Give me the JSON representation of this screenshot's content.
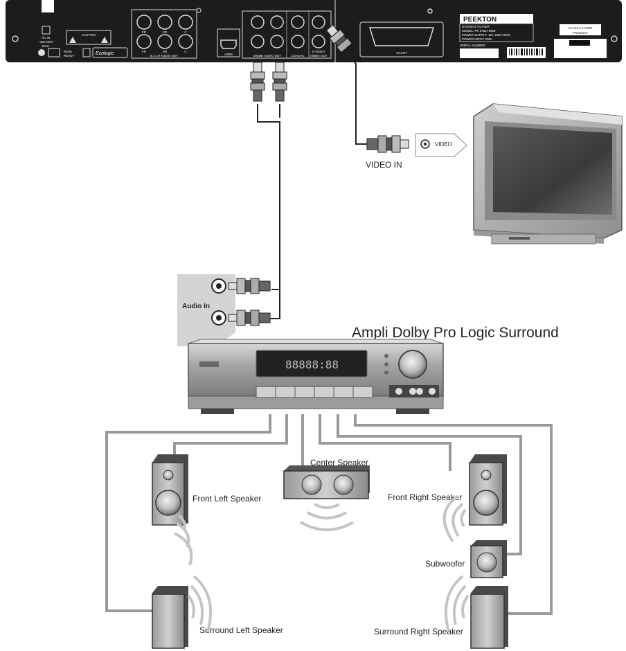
{
  "dvd_panel": {
    "brand": "PEEKTON",
    "model_lines": [
      "DVD/DIVX PLAYER",
      "MODEL: PK 5752 HDMI",
      "POWER SUPPLY: 110~240V 50Hz",
      "POWER INPUT: 20W"
    ],
    "serial_label": "SERIAL NUMBER",
    "class_label_1": "CLASS 1 LASER",
    "class_label_2": "PRODUCT",
    "ac_label_1": "AC IN",
    "ac_label_2": "~110-240V",
    "ac_label_3": "50Hz",
    "caution": "CAUTION",
    "rohs_1": "RoHS",
    "rohs_2": "READY",
    "ecologic": "Ecologic",
    "jacks_51": [
      "FR",
      "SR",
      "C"
    ],
    "jacks_51_b": [
      "FR",
      "SR",
      "C"
    ],
    "audio_51_label": "5.1 CH AUDIO OUT",
    "hdmi_label": "HDMI",
    "mixed_label": "MIXED AUDIO OUT",
    "coaxial_label": "COAXIAL",
    "video_out_label": "VIDEO OUT",
    "svideo_label": "S-VIDEO",
    "scart_label": "SCART"
  },
  "tv": {
    "video_in_label": "VIDEO IN",
    "video_port_label": "VIDEO"
  },
  "amplifier": {
    "title": "Ampli Dolby Pro Logic Surround",
    "audio_in_label": "Audio In",
    "display_text": "88888:88"
  },
  "speakers": {
    "front_left": "Front Left Speaker",
    "center": "Center Speaker",
    "front_right": "Front Right Speaker",
    "subwoofer": "Subwoofer",
    "surround_left": "Surround Left Speaker",
    "surround_right": "Surround Right Speaker"
  },
  "colors": {
    "panel": "#1c1c1c",
    "cable_gray": "#9a9a9a",
    "metal": "#c8c8c8",
    "dark_metal": "#6b6b6b",
    "audio_box": "#d4d4d4"
  }
}
